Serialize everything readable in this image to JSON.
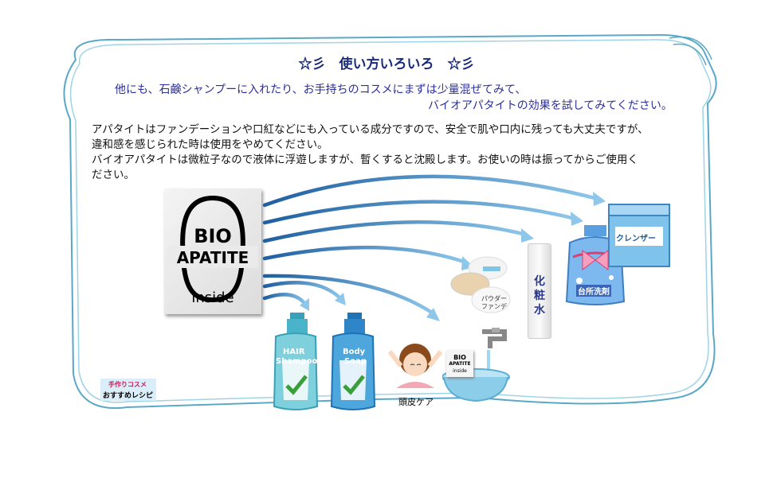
{
  "title": "☆彡　使い方いろいろ　☆彡",
  "intro_line1": "他にも、石鹸シャンプーに入れたり、お手持ちのコスメにまずは少量混ぜてみて、",
  "intro_line2": "バイオアパタイトの効果を試してみてください。",
  "body_lines": [
    "アパタイトはファンデーションや口紅などにも入っている成分ですので、安全で肌や口内に残っても大丈夫ですが、",
    "違和感を感じられた時は使用をやめてください。",
    "バイオアパタイトは微粒子なので液体に浮遊しますが、暫くすると沈殿します。お使いの時は振ってからご使用く",
    "ださい。"
  ],
  "logo": {
    "line1": "BIO",
    "line2": "APATITE",
    "line3": "inside"
  },
  "products": {
    "shampoo_line1": "HAIR",
    "shampoo_line2": "Shampoo",
    "soap_line1": "Body",
    "soap_line2": "Soap",
    "scalp": "頭皮ケア",
    "powder_line1": "パウダー",
    "powder_line2": "ファンデ",
    "lotion": "化粧水",
    "cleanser": "クレンザー",
    "kitchen": "台所洗剤",
    "mini_logo_line1": "BIO",
    "mini_logo_line2": "APATITE",
    "mini_logo_line3": "inside"
  },
  "badge": {
    "line1": "手作りコスメ",
    "line2": "おすすめレシピ"
  }
}
